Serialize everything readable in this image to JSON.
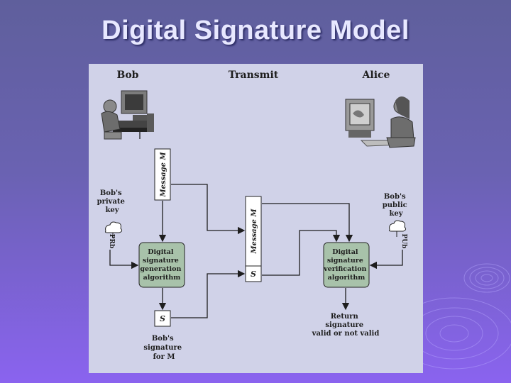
{
  "slide": {
    "title": "Digital Signature Model"
  },
  "diagram": {
    "parties": {
      "bob": "Bob",
      "transmit": "Transmit",
      "alice": "Alice"
    },
    "bob_message_label": "Message M",
    "transmit_message_label": "Message M",
    "transmit_signature_label": "S",
    "bob_signature_box_label": "S",
    "private_key": {
      "line1": "Bob's",
      "line2": "private",
      "line3": "key",
      "symbol": "PRb"
    },
    "public_key": {
      "line1": "Bob's",
      "line2": "public",
      "line3": "key",
      "symbol": "PUb"
    },
    "gen_algorithm": {
      "line1": "Digital",
      "line2": "signature",
      "line3": "generation",
      "line4": "algorithm"
    },
    "ver_algorithm": {
      "line1": "Digital",
      "line2": "signature",
      "line3": "verification",
      "line4": "algorithm"
    },
    "bob_signature_caption": {
      "line1": "Bob's",
      "line2": "signature",
      "line3": "for M"
    },
    "result_caption": {
      "line1": "Return",
      "line2": "signature",
      "line3": "valid or not valid"
    },
    "colors": {
      "panel": "#d0d2e8",
      "algo_box": "#a8c2aa",
      "ink": "#1e1e1e"
    },
    "icons": [
      "bob-computer-user-icon",
      "alice-computer-user-icon",
      "private-key-cloud-icon",
      "public-key-cloud-icon"
    ]
  }
}
